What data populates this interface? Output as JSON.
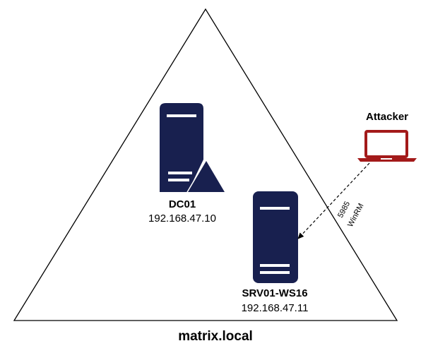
{
  "domain": {
    "name": "matrix.local"
  },
  "nodes": {
    "dc": {
      "name": "DC01",
      "ip": "192.168.47.10",
      "icon": "domain-controller-icon"
    },
    "srv": {
      "name": "SRV01-WS16",
      "ip": "192.168.47.11",
      "icon": "server-icon"
    },
    "attacker": {
      "name": "Attacker",
      "icon": "laptop-icon"
    }
  },
  "edge": {
    "port": "5985",
    "protocol": "WinRM",
    "style": "dashed"
  },
  "colors": {
    "server": "#18204f",
    "attacker": "#a31a1a",
    "line": "#000000"
  }
}
